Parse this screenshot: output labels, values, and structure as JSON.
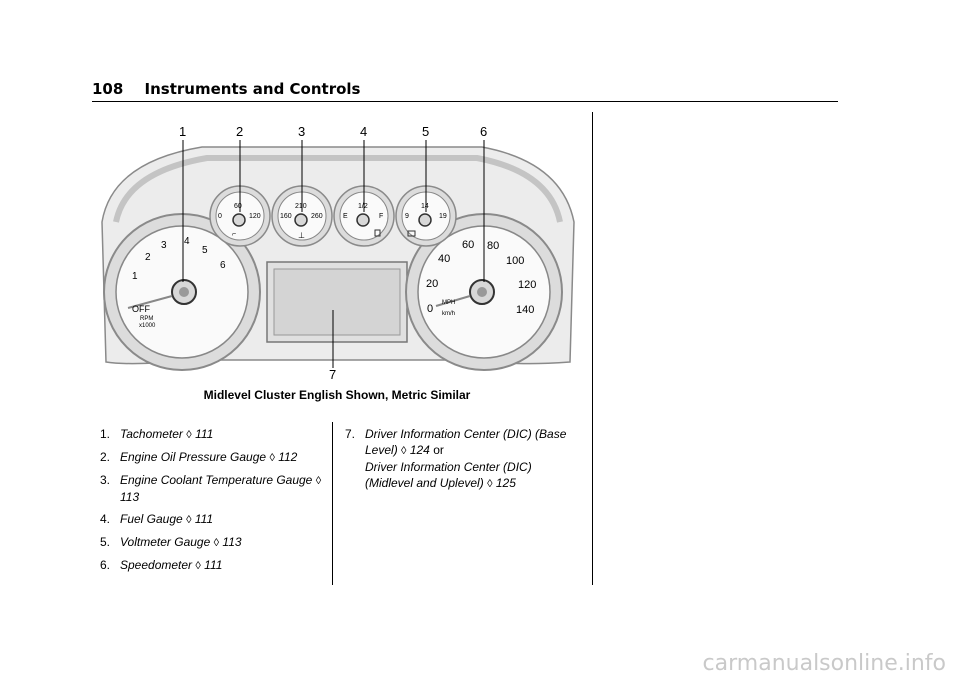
{
  "header": {
    "page_number": "108",
    "section_title": "Instruments and Controls"
  },
  "figure": {
    "callouts": [
      "1",
      "2",
      "3",
      "4",
      "5",
      "6",
      "7"
    ],
    "tachometer": {
      "ticks": [
        "1",
        "2",
        "3",
        "4",
        "5",
        "6"
      ],
      "off_label": "OFF",
      "unit": "RPM",
      "multiplier": "x1000"
    },
    "oil_gauge": {
      "labels": [
        "0",
        "60",
        "120"
      ]
    },
    "coolant_gauge": {
      "labels": [
        "160",
        "210",
        "260"
      ]
    },
    "fuel_gauge": {
      "labels": [
        "E",
        "1/2",
        "F"
      ]
    },
    "volt_gauge": {
      "labels": [
        "9",
        "14",
        "19"
      ]
    },
    "speedometer": {
      "ticks": [
        "0",
        "20",
        "40",
        "60",
        "80",
        "100",
        "120",
        "140"
      ],
      "unit_primary": "MPH",
      "unit_secondary": "km/h"
    },
    "caption": "Midlevel Cluster English Shown, Metric Similar"
  },
  "list_left": [
    {
      "num": "1.",
      "text": "Tachometer",
      "ref": "111"
    },
    {
      "num": "2.",
      "text": "Engine Oil Pressure Gauge",
      "ref": "112"
    },
    {
      "num": "3.",
      "text": "Engine Coolant Temperature Gauge",
      "ref": "113"
    },
    {
      "num": "4.",
      "text": "Fuel Gauge",
      "ref": "111"
    },
    {
      "num": "5.",
      "text": "Voltmeter Gauge",
      "ref": "113"
    },
    {
      "num": "6.",
      "text": "Speedometer",
      "ref": "111"
    }
  ],
  "list_right": {
    "num": "7.",
    "line1": "Driver Information Center (DIC) (Base Level)",
    "ref1": "124",
    "or_word": "or",
    "line2": "Driver Information Center (DIC) (Midlevel and Uplevel)",
    "ref2": "125"
  },
  "ref_arrow": "◊",
  "watermark": "carmanualsonline.info"
}
